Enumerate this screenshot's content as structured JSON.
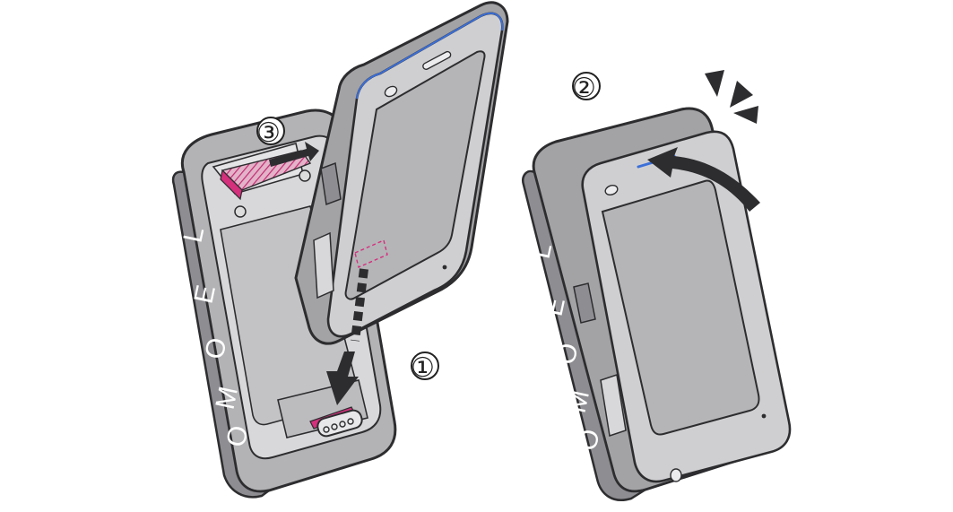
{
  "diagram": {
    "steps": {
      "step1": "①",
      "step2": "②",
      "step3": "③"
    },
    "brand": {
      "letters": [
        "L",
        "E",
        "O",
        "M",
        "O"
      ]
    },
    "colors": {
      "body": "#c9c9cb",
      "body_dark": "#9d9da1",
      "screen": "#b5b5b8",
      "outline": "#2d2d30",
      "accent": "#d4307c",
      "highlight": "#3b6fd8"
    },
    "icons": [
      "arrow-down-icon",
      "arrow-left-icon",
      "curved-arrow-icon",
      "click-burst-icon",
      "connector-icon",
      "latch-icon"
    ]
  }
}
